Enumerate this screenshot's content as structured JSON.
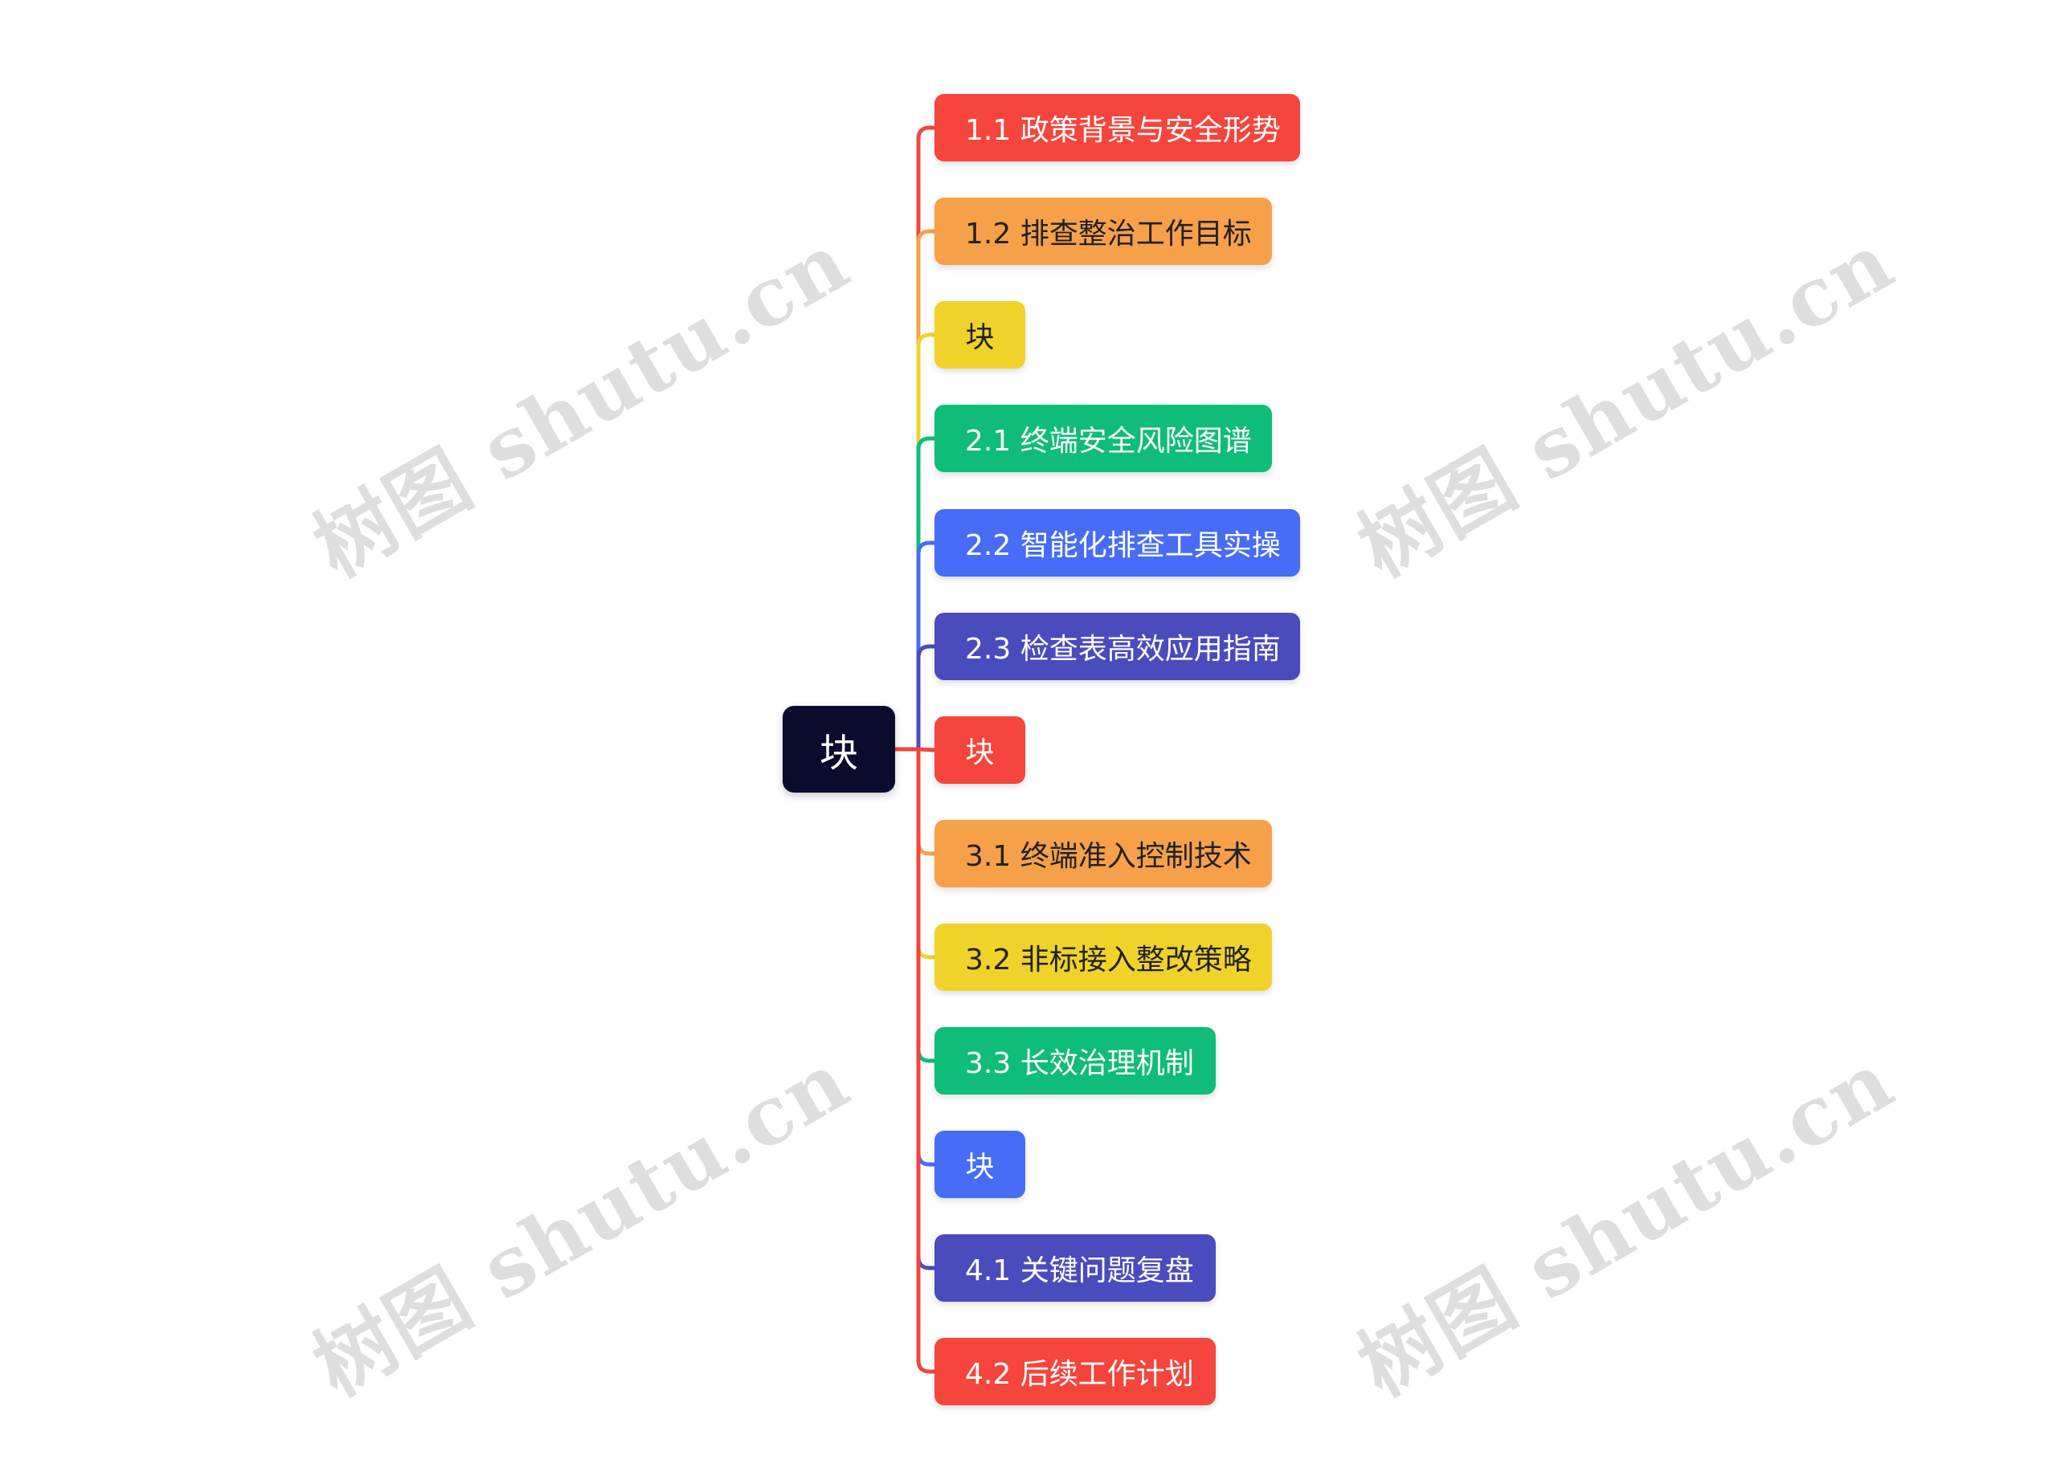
{
  "root": {
    "label": "块"
  },
  "branches": [
    {
      "label": "1.1 政策背景与安全形势",
      "color": "#f5453d",
      "text_color": "#ffffff"
    },
    {
      "label": "1.2 排查整治工作目标",
      "color": "#f7a04a",
      "text_color": "#222222"
    },
    {
      "label": "块",
      "color": "#f0d32a",
      "text_color": "#222222"
    },
    {
      "label": "2.1 终端安全风险图谱",
      "color": "#0fbd78",
      "text_color": "#ffffff"
    },
    {
      "label": "2.2 智能化排查工具实操",
      "color": "#476cf6",
      "text_color": "#ffffff"
    },
    {
      "label": "2.3 检查表高效应用指南",
      "color": "#4a4bbd",
      "text_color": "#ffffff"
    },
    {
      "label": "块",
      "color": "#f5453d",
      "text_color": "#ffffff"
    },
    {
      "label": "3.1 终端准入控制技术",
      "color": "#f7a04a",
      "text_color": "#222222"
    },
    {
      "label": "3.2 非标接入整改策略",
      "color": "#f0d32a",
      "text_color": "#222222"
    },
    {
      "label": "3.3 长效治理机制",
      "color": "#0fbd78",
      "text_color": "#ffffff"
    },
    {
      "label": "块",
      "color": "#476cf6",
      "text_color": "#ffffff"
    },
    {
      "label": "4.1 关键问题复盘",
      "color": "#4a4bbd",
      "text_color": "#ffffff"
    },
    {
      "label": "4.2 后续工作计划",
      "color": "#f5453d",
      "text_color": "#ffffff"
    }
  ],
  "watermarks": [
    "树图 shutu.cn",
    "树图 shutu.cn",
    "树图 shutu.cn",
    "树图 shutu.cn"
  ]
}
